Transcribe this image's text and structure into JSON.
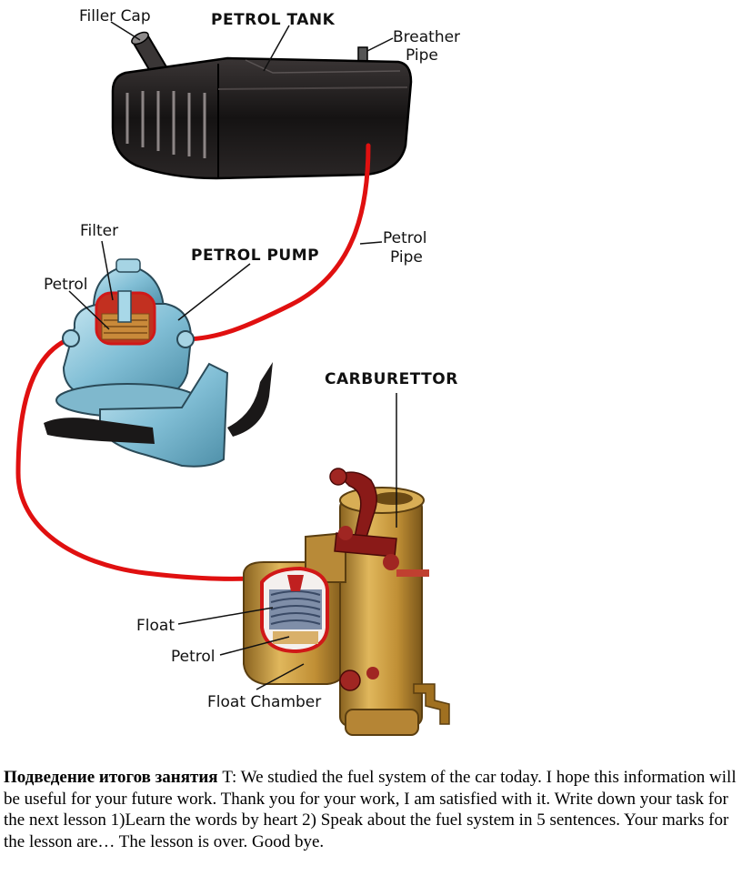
{
  "labels": {
    "filler_cap": "Filler Cap",
    "petrol_tank": "PETROL  TANK",
    "breather_line1": "Breather",
    "breather_line2": "Pipe",
    "filter": "Filter",
    "petrol_pump": "PETROL  PUMP",
    "petrol_pipe_line1": "Petrol",
    "petrol_pipe_line2": "Pipe",
    "petrol_at_pump": "Petrol",
    "carburettor": "CARBURETTOR",
    "float": "Float",
    "petrol_at_chamber": "Petrol",
    "float_chamber": "Float Chamber"
  },
  "summary": {
    "heading": "Подведение итогов занятия",
    "body": " T: We studied the fuel system of the car today. I hope this information will be useful for your future work. Thank you for your work, I am satisfied with it. Write down your task for the next lesson 1)Learn the words by heart 2) Speak about the fuel system in 5 sentences.  Your marks for the lesson are… The lesson is over. Good bye."
  },
  "colors": {
    "pipe": "#e01010",
    "tank": "#1c1a1a",
    "pump": "#86c3d9",
    "carburettor": "#c79a3e",
    "linkage": "#8a1a18"
  }
}
